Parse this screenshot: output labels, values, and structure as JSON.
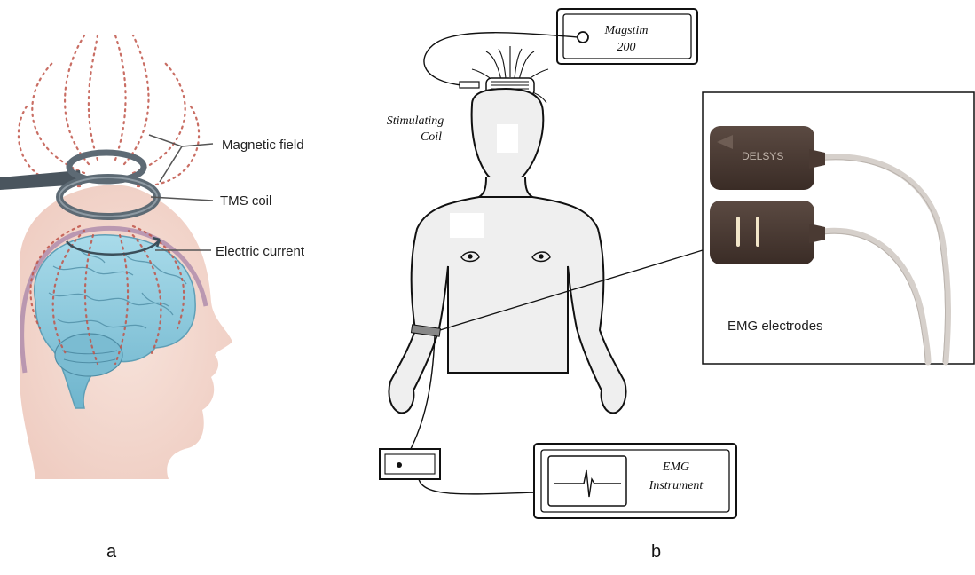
{
  "panel_a": {
    "labels": {
      "magnetic_field": "Magnetic field",
      "tms_coil": "TMS coil",
      "electric_current": "Electric current"
    },
    "letter": "a"
  },
  "panel_b": {
    "stimulator": {
      "line1": "Magstim",
      "line2": "200"
    },
    "coil_label": {
      "line1": "Stimulating",
      "line2": "Coil"
    },
    "emg_instrument": {
      "line1": "EMG",
      "line2": "Instrument"
    },
    "inset": {
      "brand": "DELSYS",
      "caption": "EMG electrodes"
    },
    "letter": "b"
  },
  "colors": {
    "brain": "#8ecbe0",
    "head_skin": "#f3d9d0",
    "field_dots": "#c0554a",
    "coil": "#5d6a74",
    "electrode": "#4a3a33",
    "cable": "#d8d3cf"
  }
}
